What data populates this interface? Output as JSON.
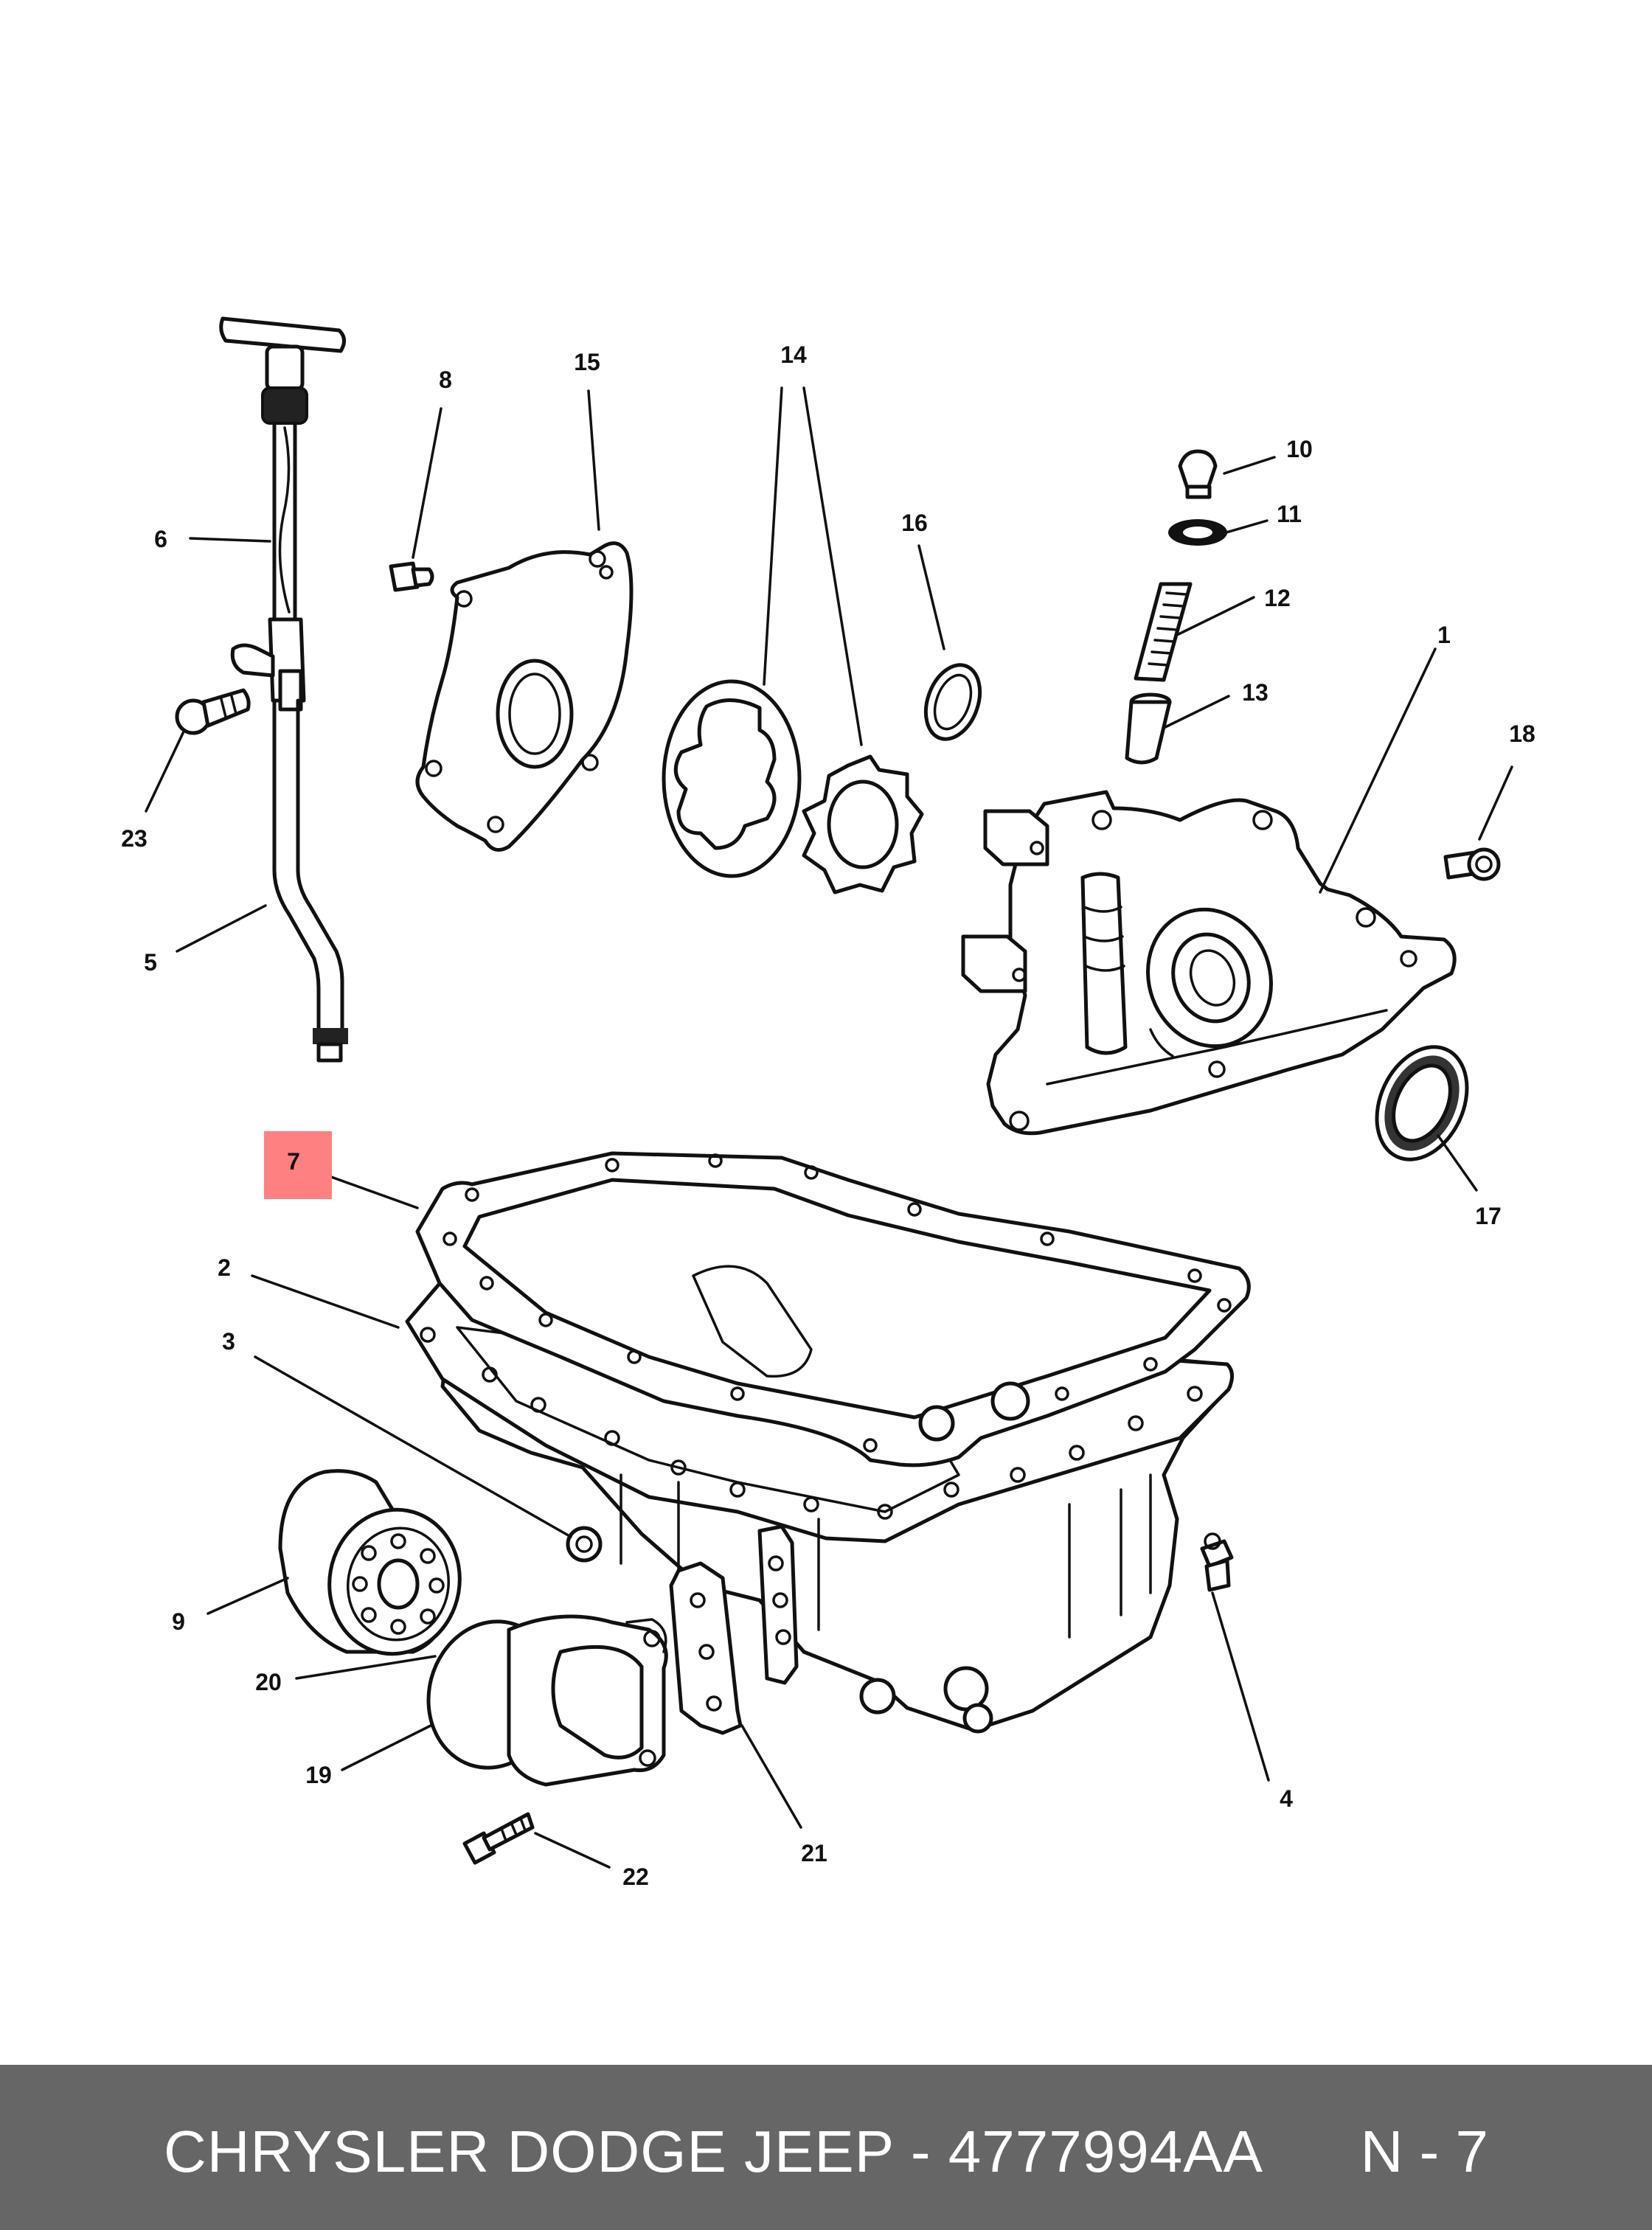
{
  "callouts": {
    "c1": "1",
    "c2": "2",
    "c3": "3",
    "c4": "4",
    "c5": "5",
    "c6": "6",
    "c7": "7",
    "c8": "8",
    "c9": "9",
    "c10": "10",
    "c11": "11",
    "c12": "12",
    "c13": "13",
    "c14": "14",
    "c15": "15",
    "c16": "16",
    "c17": "17",
    "c18": "18",
    "c19": "19",
    "c20": "20",
    "c21": "21",
    "c22": "22",
    "c23": "23"
  },
  "highlight": {
    "callout": "7",
    "color": "#ff8080"
  },
  "footer": {
    "brand_part": "CHRYSLER DODGE JEEP - 4777994AA",
    "page_ref": "N - 7",
    "background": "#666666",
    "text_color": "#ffffff"
  }
}
